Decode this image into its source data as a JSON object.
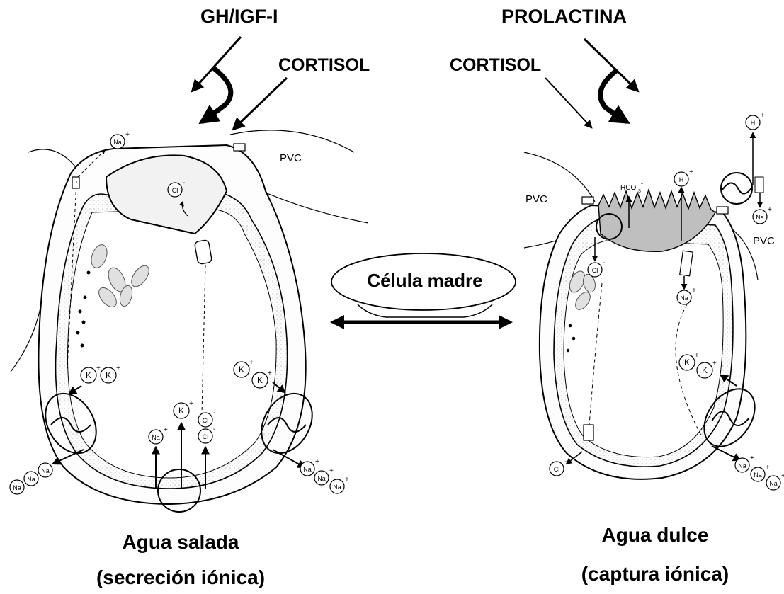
{
  "labels": {
    "gh_igf": "GH/IGF-I",
    "prolactina": "PROLACTINA",
    "cortisol_left": "CORTISOL",
    "cortisol_right": "CORTISOL",
    "celula_madre": "Célula madre",
    "pvc_left_cell": "PVC",
    "pvc_right_cell_left": "PVC",
    "pvc_right_cell_right": "PVC",
    "caption_left_title": "Agua salada",
    "caption_left_sub": "(secreción iónica)",
    "caption_right_title": "Agua dulce",
    "caption_right_sub": "(captura iónica)"
  },
  "ions": {
    "na": "Na",
    "k": "K",
    "cl": "Cl",
    "h": "H",
    "hco3": "HCO",
    "plus": "+",
    "minus": "-",
    "three": "3"
  }
}
